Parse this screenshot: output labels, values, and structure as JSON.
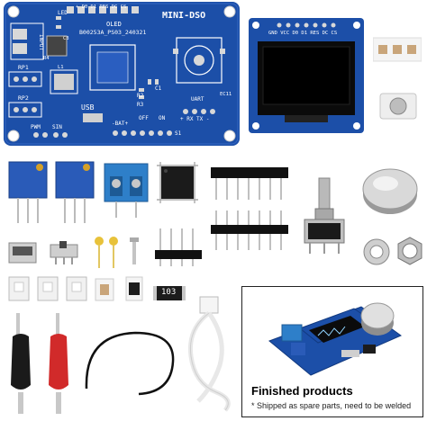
{
  "pcb": {
    "name": "MINI-DSO",
    "oled_label": "OLED",
    "part_number": "B00253A_PS03_240321",
    "top_pins": "+ D0 D1 RES DC CS",
    "input_label": "INPUT",
    "rp1": "RP1",
    "rp2": "RP2",
    "usb": "USB",
    "pwm": "PWM",
    "sin": "SIN",
    "bat": "-BAT+",
    "off": "OFF",
    "on": "ON",
    "uart": "UART",
    "rx_tx": "+ RX TX -",
    "s1": "S1",
    "r2": "R2",
    "r3": "R3",
    "c1": "C1",
    "ec11": "EC11",
    "led": "LED",
    "c3": "C3",
    "r4": "R4",
    "l1": "L1"
  },
  "oled": {
    "pins": "GND VCC D0 D1 RES DC CS"
  },
  "resistor_code": "103",
  "inset": {
    "title": "Finished products",
    "note": "* Shipped as spare parts, need to be welded"
  },
  "colors": {
    "pcb_blue": "#1c4fa8",
    "pot_blue": "#2a5bb8",
    "terminal_blue": "#2e7fc9",
    "clip_red": "#d12a2a"
  }
}
